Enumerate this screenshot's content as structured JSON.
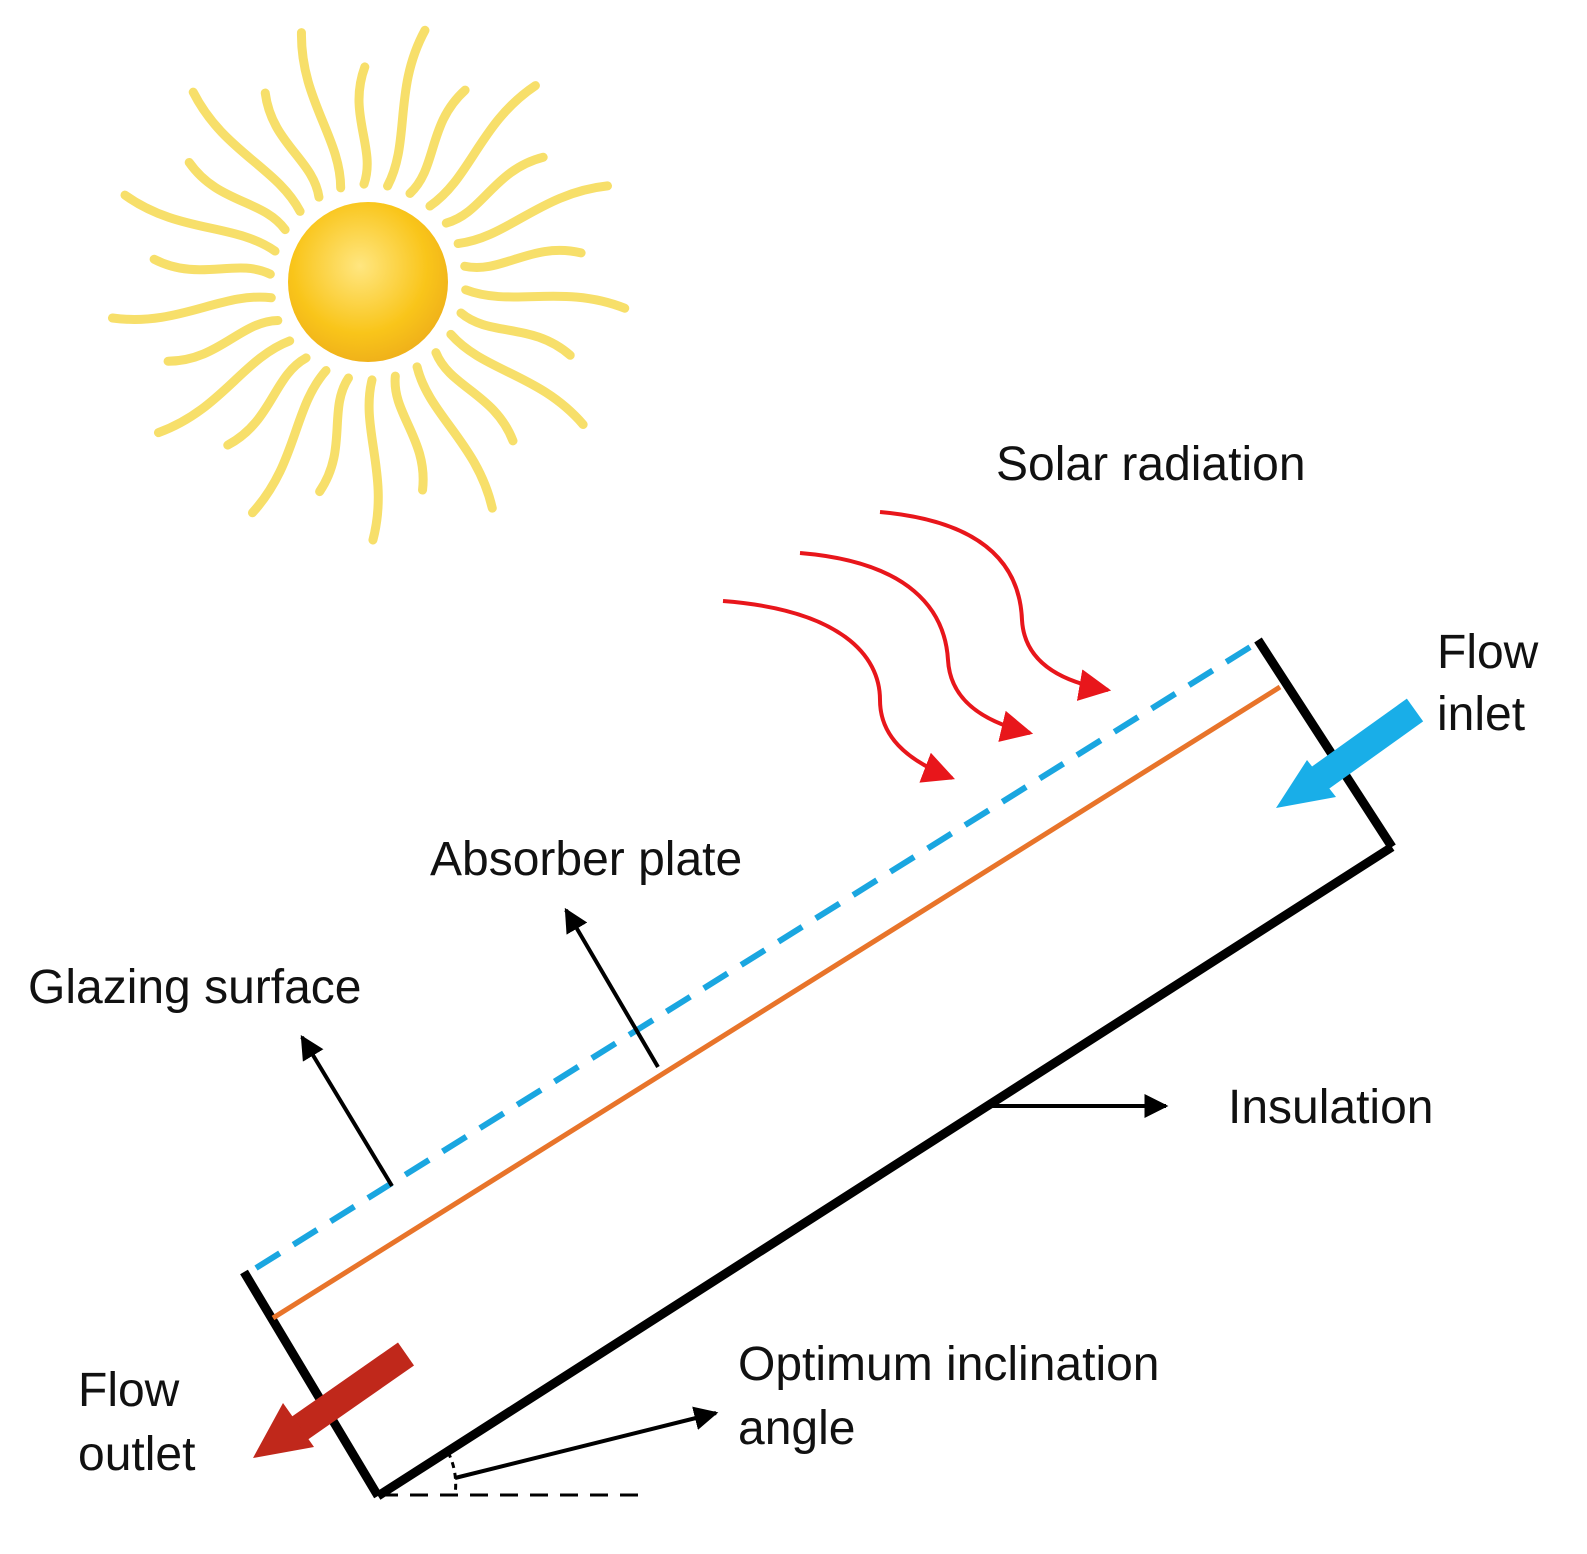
{
  "labels": {
    "solar_radiation": "Solar radiation",
    "flow_inlet_line1": "Flow",
    "flow_inlet_line2": "inlet",
    "absorber_plate": "Absorber plate",
    "glazing_surface": "Glazing surface",
    "insulation": "Insulation",
    "flow_outlet_line1": "Flow",
    "flow_outlet_line2": "outlet",
    "inclination_line1": "Optimum inclination",
    "inclination_line2": "angle"
  },
  "colors": {
    "sun_core": "#f9c51a",
    "sun_rays": "#f7df6a",
    "radiation_arrows": "#e8161b",
    "glazing": "#1aa6e0",
    "absorber": "#e8742a",
    "frame": "#000000",
    "inlet_arrow": "#19aee8",
    "outlet_arrow": "#c0281b"
  },
  "icons": {
    "sun": "sun-icon",
    "radiation": "wavy-arrow-icon",
    "inlet": "arrow-down-left-icon",
    "outlet": "arrow-down-left-icon"
  }
}
